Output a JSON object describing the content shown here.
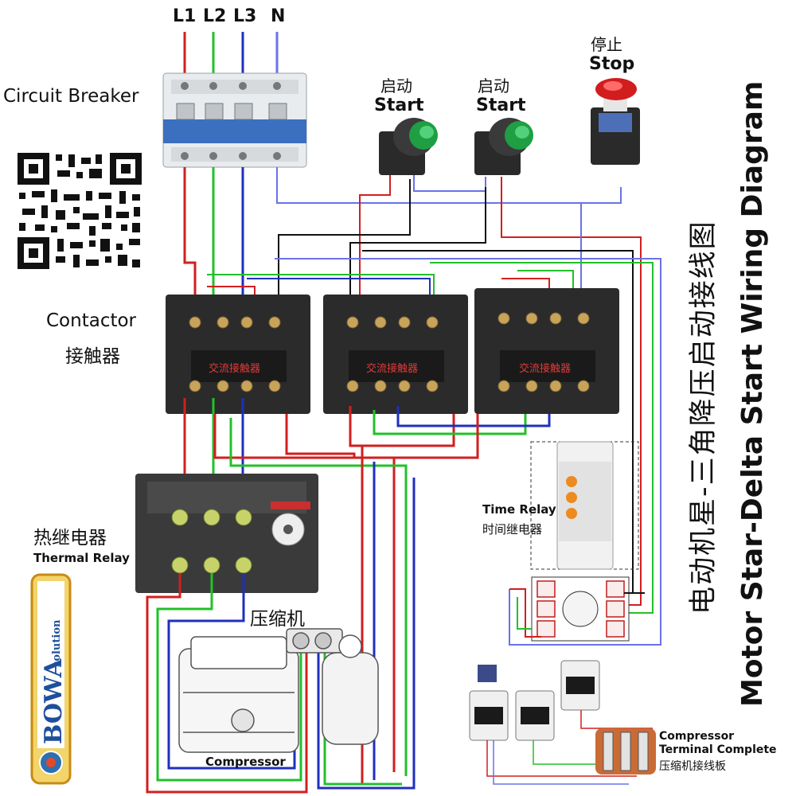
{
  "phases": [
    "L1",
    "L2",
    "L3",
    "N"
  ],
  "labels": {
    "circuit_breaker": "Circuit Breaker",
    "start1_cn": "启动",
    "start1_en": "Start",
    "start2_cn": "启动",
    "start2_en": "Start",
    "stop_cn": "停止",
    "stop_en": "Stop",
    "contactor_en": "Contactor",
    "contactor_cn": "接触器",
    "contactor_plate": "交流接触器",
    "thermal_cn": "热继电器",
    "thermal_en": "Thermal Relay",
    "time_relay_en": "Time Relay",
    "time_relay_cn": "时间继电器",
    "compressor_cn": "压缩机",
    "compressor_en": "Compressor",
    "terminal_en1": "Compressor",
    "terminal_en2": "Terminal Complete",
    "terminal_cn": "压缩机接线板",
    "brand": "BOWA",
    "brand_sub": "solution",
    "title_cn": "电动机星-三角降压启动接线图",
    "title_en": "Motor Star-Delta Start Wiring Diagram"
  },
  "colors": {
    "L1": "#d21f1f",
    "L2": "#22c02a",
    "L3": "#1f2fbf",
    "N": "#6a72e8",
    "control": "#111111"
  }
}
